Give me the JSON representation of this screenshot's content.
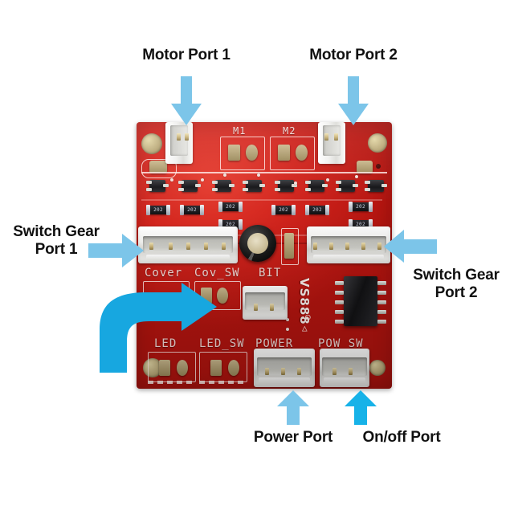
{
  "figure": {
    "subject": "VS888 dual motor driver control board",
    "background_color": "#ffffff",
    "board_color": "#d2231c",
    "arrow_color_light": "#7cc5e9",
    "arrow_color_bright": "#17b2e8",
    "label_color": "#111111"
  },
  "annotations": [
    {
      "id": "motor-port-1",
      "label": "Motor Port 1",
      "arrow": "down",
      "color": "#7cc5e9"
    },
    {
      "id": "motor-port-2",
      "label": "Motor Port 2",
      "arrow": "down",
      "color": "#7cc5e9"
    },
    {
      "id": "switch-gear-port-1",
      "label": "Switch Gear\nPort 1",
      "arrow": "right",
      "color": "#7cc5e9"
    },
    {
      "id": "switch-gear-port-2",
      "label": "Switch Gear\nPort 2",
      "arrow": "left",
      "color": "#7cc5e9"
    },
    {
      "id": "cover-switch",
      "label": "",
      "arrow": "curved-right",
      "color": "#17a7e0"
    },
    {
      "id": "power-port",
      "label": "Power Port",
      "arrow": "up",
      "color": "#7cc5e9"
    },
    {
      "id": "on-off-port",
      "label": "On/off Port",
      "arrow": "up",
      "color": "#17b2e8"
    }
  ],
  "board": {
    "silkscreen": {
      "motor_1": "M1",
      "motor_2": "M2",
      "cover": "Cover",
      "cover_switch": "Cov_SW",
      "bit": "BIT",
      "led": "LED",
      "led_switch": "LED_SW",
      "power": "POWER",
      "power_switch": "POW_SW",
      "part_marking": "VS888"
    },
    "resistor_marking": "202",
    "transistor_count": 8,
    "resistor_count": 8,
    "connectors": [
      {
        "name": "motor-port-1-connector",
        "pins": 2,
        "orientation": "vertical"
      },
      {
        "name": "motor-port-2-connector",
        "pins": 2,
        "orientation": "vertical"
      },
      {
        "name": "switch-gear-port-1-connector",
        "pins": 5,
        "orientation": "horizontal"
      },
      {
        "name": "switch-gear-port-2-connector",
        "pins": 5,
        "orientation": "horizontal"
      },
      {
        "name": "bit-connector",
        "pins": 2,
        "orientation": "horizontal"
      },
      {
        "name": "power-connector",
        "pins": 3,
        "orientation": "horizontal"
      },
      {
        "name": "power-switch-connector",
        "pins": 2,
        "orientation": "horizontal"
      }
    ],
    "mounting_pads": 4,
    "ic_package": "SOIC-16"
  }
}
